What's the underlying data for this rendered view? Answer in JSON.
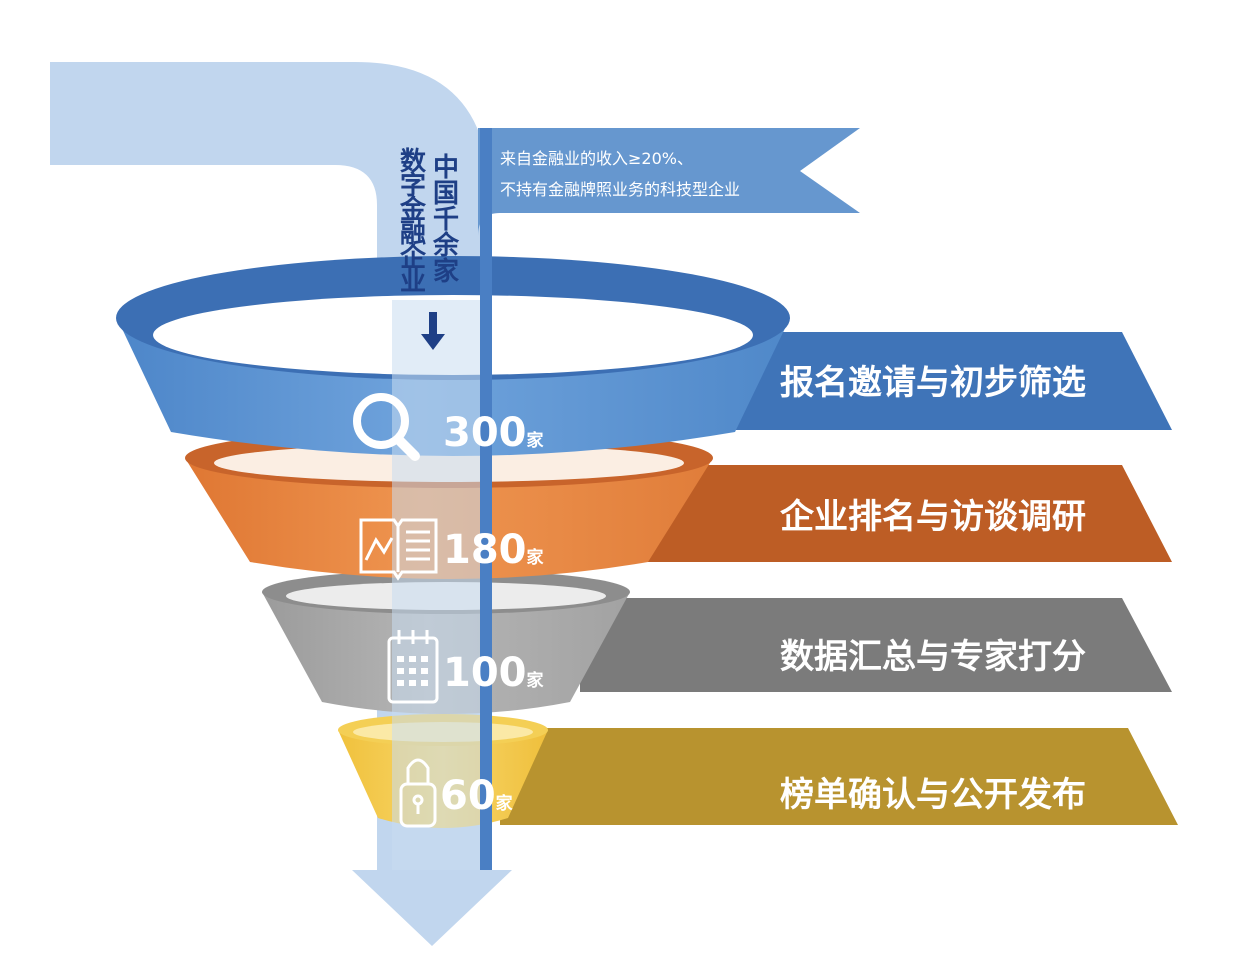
{
  "vertical_label": {
    "line1": "中国千余家",
    "line2": "数字金融企业"
  },
  "criteria_note": {
    "line1": "来自金融业的收入≥20%、",
    "line2": "不持有金融牌照业务的科技型企业"
  },
  "stages": [
    {
      "label": "报名邀请与初步筛选",
      "count": "300",
      "unit": "家",
      "icon": "search-icon",
      "color": "#3f74b8"
    },
    {
      "label": "企业排名与访谈调研",
      "count": "180",
      "unit": "家",
      "icon": "open-book-icon",
      "color": "#bd5d25"
    },
    {
      "label": "数据汇总与专家打分",
      "count": "100",
      "unit": "家",
      "icon": "calendar-icon",
      "color": "#7b7b7b"
    },
    {
      "label": "榜单确认与公开发布",
      "count": "60",
      "unit": "家",
      "icon": "lock-icon",
      "color": "#b8932f"
    }
  ]
}
